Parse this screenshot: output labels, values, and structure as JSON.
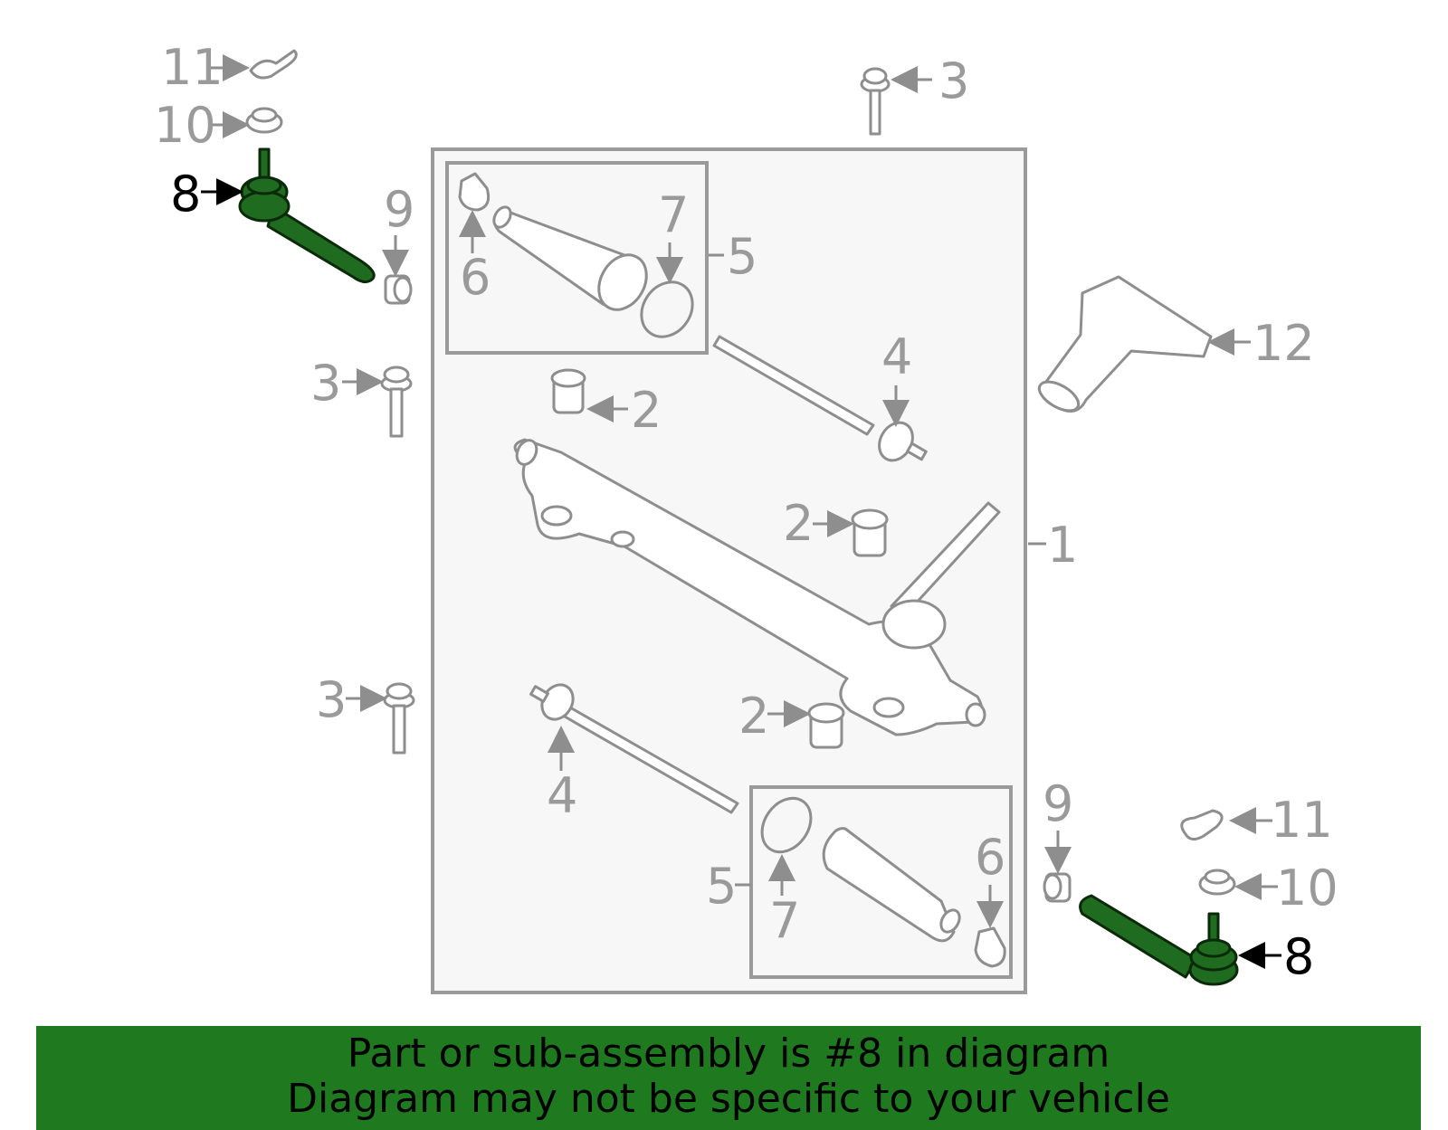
{
  "colors": {
    "highlight": "#1f7a1f",
    "line": "#8e8e8e",
    "panel": "#f7f7f7"
  },
  "callouts": {
    "c1": "1",
    "c2a": "2",
    "c2b": "2",
    "c2c": "2",
    "c3a": "3",
    "c3b": "3",
    "c3c": "3",
    "c4a": "4",
    "c4b": "4",
    "c5a": "5",
    "c5b": "5",
    "c6a": "6",
    "c6b": "6",
    "c7a": "7",
    "c7b": "7",
    "c8a": "8",
    "c8b": "8",
    "c9a": "9",
    "c9b": "9",
    "c10a": "10",
    "c10b": "10",
    "c11a": "11",
    "c11b": "11",
    "c12": "12"
  },
  "footer": {
    "line1": "Part or sub-assembly is #8 in diagram",
    "line2": "Diagram may not be specific to your vehicle"
  }
}
